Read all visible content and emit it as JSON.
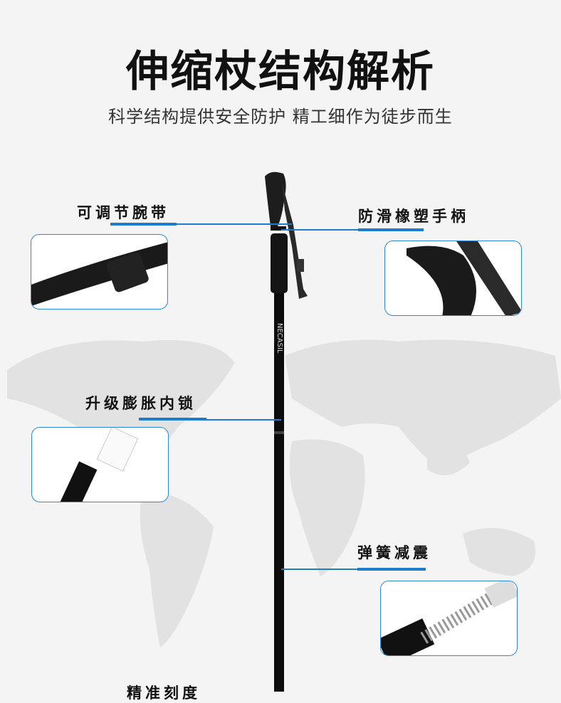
{
  "header": {
    "title": "伸缩杖结构解析",
    "subtitle": "科学结构提供安全防护  精工细作为徒步而生"
  },
  "features": [
    {
      "label": "可调节腕带",
      "image": "wrist-strap-buckle"
    },
    {
      "label": "防滑橡塑手柄",
      "image": "anti-slip-grip"
    },
    {
      "label": "升级膨胀内锁",
      "image": "expansion-lock"
    },
    {
      "label": "弹簧减震",
      "image": "spring-shock-absorber"
    },
    {
      "label": "精准刻度"
    }
  ],
  "product": {
    "brand_logo": "NECASIL"
  },
  "colors": {
    "accent": "#1f7ccc",
    "background": "#f4f4f4",
    "map": "#e3e3e3"
  }
}
